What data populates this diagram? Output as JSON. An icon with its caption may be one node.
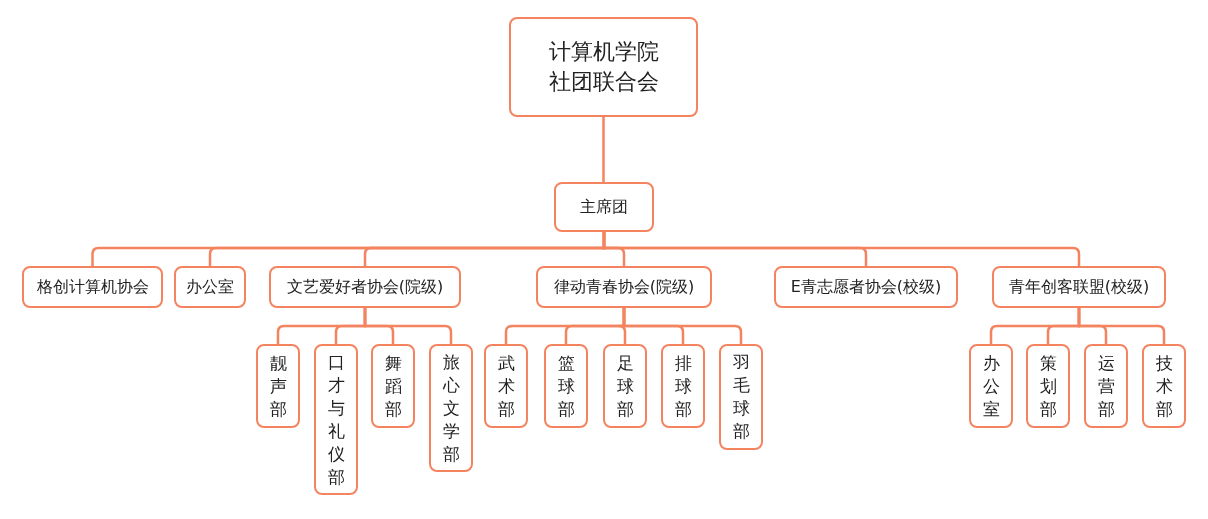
{
  "diagram": {
    "nodes": [
      {
        "text": [
          "计算机学院社团联合会"
        ]
      },
      {
        "text": [
          "主席团"
        ]
      },
      {
        "text": [
          "格创计算机协会"
        ]
      },
      {
        "text": [
          "办公室"
        ]
      },
      {
        "text": [
          "文艺爱好者协会(院级)"
        ]
      },
      {
        "text": [
          "律动青春协会(院级)"
        ]
      },
      {
        "text": [
          "E青志愿者协会(校级)"
        ]
      },
      {
        "text": [
          "青年创客联盟(校级)"
        ]
      },
      {
        "text": [
          "靓声部"
        ]
      },
      {
        "text": [
          "口才与礼仪部"
        ]
      },
      {
        "text": [
          "舞蹈部"
        ]
      },
      {
        "text": [
          "旅心文学部"
        ]
      },
      {
        "text": [
          "武术部"
        ]
      },
      {
        "text": [
          "篮球部"
        ]
      },
      {
        "text": [
          "足球部"
        ]
      },
      {
        "text": [
          "排球部"
        ]
      },
      {
        "text": [
          "羽毛球部"
        ]
      },
      {
        "text": [
          "办公室"
        ]
      },
      {
        "text": [
          "策划部"
        ]
      },
      {
        "text": [
          "运营部"
        ]
      },
      {
        "text": [
          "技术部"
        ]
      }
    ],
    "edges": [
      {
        "from": 0,
        "to": 1,
        "arrow": "none"
      },
      {
        "from": 1,
        "to": 2,
        "arrow": "none"
      },
      {
        "from": 1,
        "to": 3,
        "arrow": "none"
      },
      {
        "from": 1,
        "to": 4,
        "arrow": "none"
      },
      {
        "from": 1,
        "to": 5,
        "arrow": "none"
      },
      {
        "from": 1,
        "to": 6,
        "arrow": "none"
      },
      {
        "from": 1,
        "to": 7,
        "arrow": "none"
      },
      {
        "from": 4,
        "to": 8,
        "arrow": "none"
      },
      {
        "from": 4,
        "to": 9,
        "arrow": "none"
      },
      {
        "from": 4,
        "to": 10,
        "arrow": "none"
      },
      {
        "from": 4,
        "to": 11,
        "arrow": "none"
      },
      {
        "from": 5,
        "to": 12,
        "arrow": "none"
      },
      {
        "from": 5,
        "to": 13,
        "arrow": "none"
      },
      {
        "from": 5,
        "to": 14,
        "arrow": "none"
      },
      {
        "from": 5,
        "to": 15,
        "arrow": "none"
      },
      {
        "from": 5,
        "to": 16,
        "arrow": "none"
      },
      {
        "from": 7,
        "to": 17,
        "arrow": "none"
      },
      {
        "from": 7,
        "to": 18,
        "arrow": "none"
      },
      {
        "from": 7,
        "to": 19,
        "arrow": "none"
      },
      {
        "from": 7,
        "to": 20,
        "arrow": "none"
      }
    ]
  }
}
